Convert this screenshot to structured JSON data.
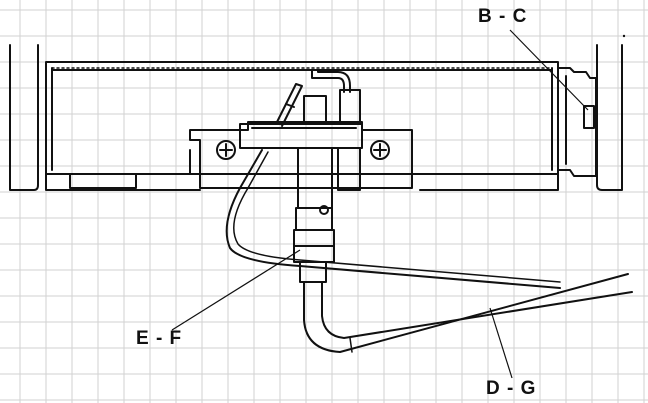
{
  "labels": {
    "bc": "B - C",
    "ef": "E - F",
    "dg": "D - G"
  }
}
